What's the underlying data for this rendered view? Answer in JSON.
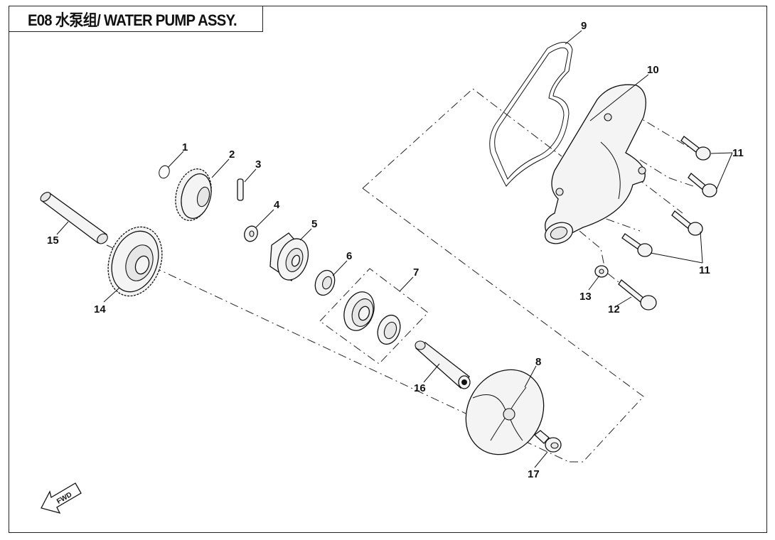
{
  "title": "E08 水泵组/ WATER PUMP ASSY.",
  "callouts": {
    "c1": "1",
    "c2": "2",
    "c3": "3",
    "c4": "4",
    "c5": "5",
    "c6": "6",
    "c7": "7",
    "c8": "8",
    "c9": "9",
    "c10": "10",
    "c11a": "11",
    "c11b": "11",
    "c12": "12",
    "c13": "13",
    "c14": "14",
    "c15": "15",
    "c16": "16",
    "c17": "17"
  },
  "fwd_label": "FWD"
}
